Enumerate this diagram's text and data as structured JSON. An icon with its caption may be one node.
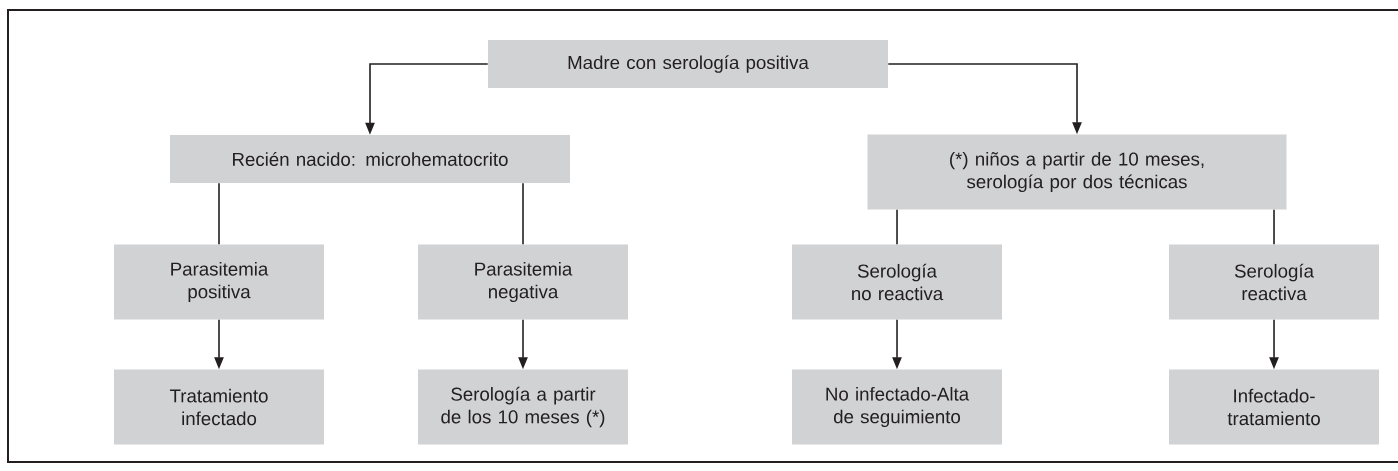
{
  "diagram": {
    "nodes": [
      {
        "text": [
          "Madre con serología positiva"
        ]
      },
      {
        "text": [
          "Recién nacido: microhematocrito"
        ]
      },
      {
        "text": [
          "(*) niños a partir de 10 meses, serología por dos técnicas"
        ]
      },
      {
        "text": [
          "Parasitemia positiva"
        ]
      },
      {
        "text": [
          "Parasitemia negativa"
        ]
      },
      {
        "text": [
          "Serología no reactiva"
        ]
      },
      {
        "text": [
          "Serología reactiva"
        ]
      },
      {
        "text": [
          "Tratamiento infectado"
        ]
      },
      {
        "text": [
          "Serología a partir de los 10 meses (*)"
        ]
      },
      {
        "text": [
          "No infectado-Alta de seguimiento"
        ]
      },
      {
        "text": [
          "Infectado-tratamiento"
        ]
      }
    ],
    "edges": [
      {
        "from": 0,
        "to": 1,
        "arrow": "to"
      },
      {
        "from": 0,
        "to": 2,
        "arrow": "to"
      },
      {
        "from": 1,
        "to": 3,
        "arrow": "none"
      },
      {
        "from": 1,
        "to": 4,
        "arrow": "none"
      },
      {
        "from": 2,
        "to": 5,
        "arrow": "none"
      },
      {
        "from": 2,
        "to": 6,
        "arrow": "none"
      },
      {
        "from": 3,
        "to": 7,
        "arrow": "to"
      },
      {
        "from": 4,
        "to": 8,
        "arrow": "to"
      },
      {
        "from": 5,
        "to": 9,
        "arrow": "to"
      },
      {
        "from": 6,
        "to": 10,
        "arrow": "to"
      }
    ]
  }
}
